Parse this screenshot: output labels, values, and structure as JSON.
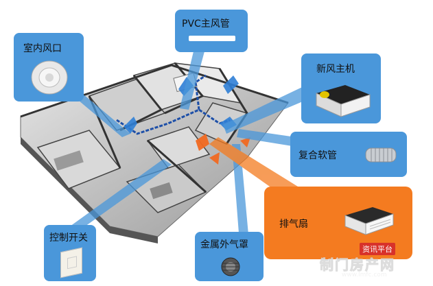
{
  "callouts": {
    "indoor_vent": "室内风口",
    "pvc_duct": "PVC主风管",
    "fresh_air_unit": "新风主机",
    "flex_duct": "复合软管",
    "exhaust_fan": "排气扇",
    "control_switch": "控制开关",
    "metal_hood": "金属外气罩"
  },
  "watermark": {
    "badge": "资讯平台",
    "brand": "制门房产网",
    "url": "www.lmfc.com"
  },
  "colors": {
    "callout_blue": "#4a97da",
    "callout_orange": "#f47b20",
    "airflow_blue": "#2f7fd6",
    "airflow_orange": "#f26a21"
  }
}
